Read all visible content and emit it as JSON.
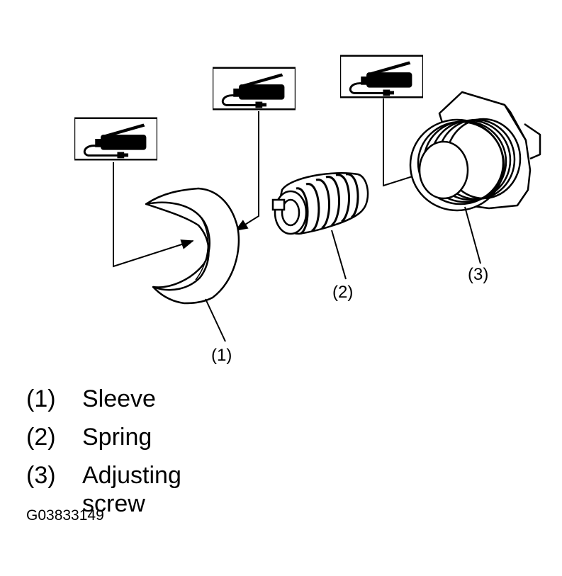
{
  "callouts": [
    {
      "number": "(1)"
    },
    {
      "number": "(2)"
    },
    {
      "number": "(3)"
    }
  ],
  "legend": [
    {
      "number": "(1)",
      "name": "Sleeve"
    },
    {
      "number": "(2)",
      "name": "Spring"
    },
    {
      "number": "(3)",
      "name": "Adjusting screw"
    }
  ],
  "figure_id": "G03833149",
  "icons": [
    "grease-gun-icon",
    "grease-gun-icon",
    "grease-gun-icon"
  ],
  "colors": {
    "line": "#000000",
    "background": "#ffffff"
  }
}
